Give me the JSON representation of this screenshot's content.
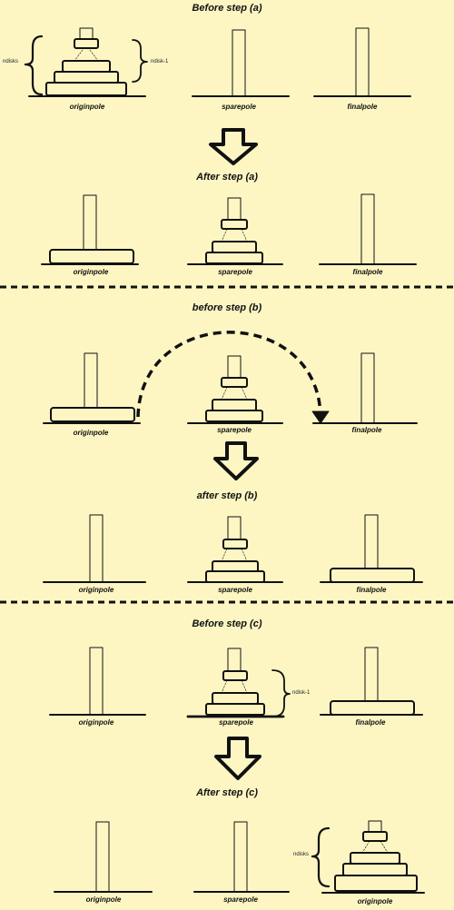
{
  "colors": {
    "background": "#FDF6C3",
    "ink": "#111111"
  },
  "titles": {
    "t1": "Before step (a)",
    "t2": "After step (a)",
    "t3": "before step (b)",
    "t4": "after step (b)",
    "t5": "Before step (c)",
    "t6": "After step (c)"
  },
  "poles": {
    "origin": "originpole",
    "spare": "sparepole",
    "final": "finalpole"
  },
  "brace_labels": {
    "ndisks": "ndisks",
    "ndisk_minus_1": "ndisk-1"
  },
  "icons": {
    "step_arrow": "down-arrow-icon"
  }
}
